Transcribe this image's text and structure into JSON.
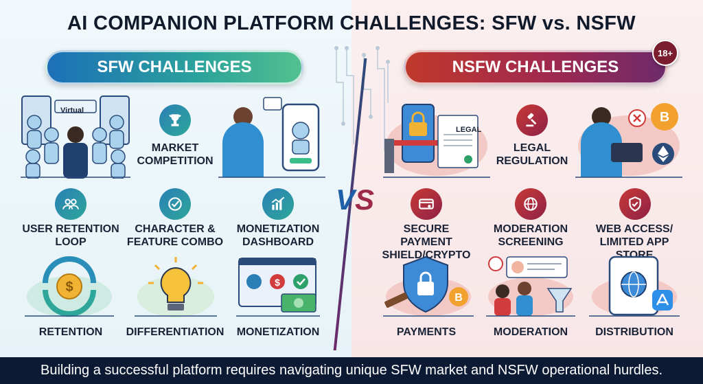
{
  "title": "AI COMPANION PLATFORM CHALLENGES: SFW vs. NSFW",
  "sfw": {
    "header": "SFW CHALLENGES",
    "virtual_sign": "Virtual",
    "labels": {
      "market_competition": "MARKET\nCOMPETITION",
      "user_retention_loop": "USER RETENTION\nLOOP",
      "character_feature_combo": "CHARACTER &\nFEATURE COMBO",
      "monetization_dashboard": "MONETIZATION\nDASHBOARD",
      "retention": "RETENTION",
      "differentiation": "DIFFERENTIATION",
      "monetization": "MONETIZATION"
    }
  },
  "nsfw": {
    "header": "NSFW CHALLENGES",
    "badge": "18+",
    "legal_doc": "LEGAL",
    "labels": {
      "legal_regulation": "LEGAL\nREGULATION",
      "secure_payment": "SECURE PAYMENT\nSHIELD/CRYPTO",
      "moderation_screening": "MODERATION\nSCREENING",
      "web_access": "WEB ACCESS/\nLIMITED APP STORE",
      "payments": "PAYMENTS",
      "moderation": "MODERATION",
      "distribution": "DISTRIBUTION"
    }
  },
  "vs_left": "V",
  "vs_right": "S",
  "footer": "Building a successful platform requires navigating unique SFW market and NSFW operational hurdles.",
  "colors": {
    "sfw_accent": "#2ba39b",
    "nsfw_accent": "#a0294f",
    "footer_bg": "#0d1a33"
  },
  "icons": [
    "group-icon",
    "target-icon",
    "chart-icon",
    "dollar-icon",
    "globe-icon",
    "shield-check-icon",
    "gavel-icon",
    "bitcoin-icon",
    "lock-icon",
    "trophy-icon",
    "app-store-icon",
    "ethereum-icon",
    "checkmark-icon",
    "lightbulb-icon"
  ]
}
